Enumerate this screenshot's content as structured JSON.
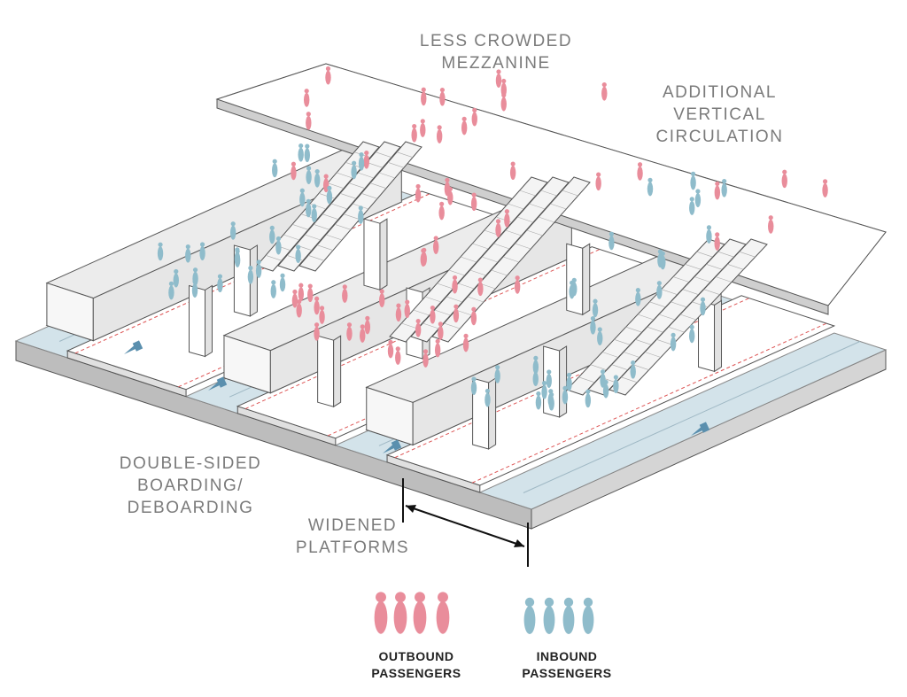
{
  "labels": {
    "mezzanine": [
      "LESS CROWDED",
      "MEZZANINE"
    ],
    "circulation": [
      "ADDITIONAL",
      "VERTICAL",
      "CIRCULATION"
    ],
    "boarding": [
      "DOUBLE-SIDED",
      "BOARDING/",
      "DEBOARDING"
    ],
    "platforms": [
      "WIDENED",
      "PLATFORMS"
    ]
  },
  "legend": {
    "outbound": [
      "OUTBOUND",
      "PASSENGERS"
    ],
    "inbound": [
      "INBOUND",
      "PASSENGERS"
    ]
  },
  "colors": {
    "outbound": "#e98d9b",
    "inbound": "#8fbccb",
    "label": "#7b7b7b",
    "track": "#d3e3ea"
  }
}
